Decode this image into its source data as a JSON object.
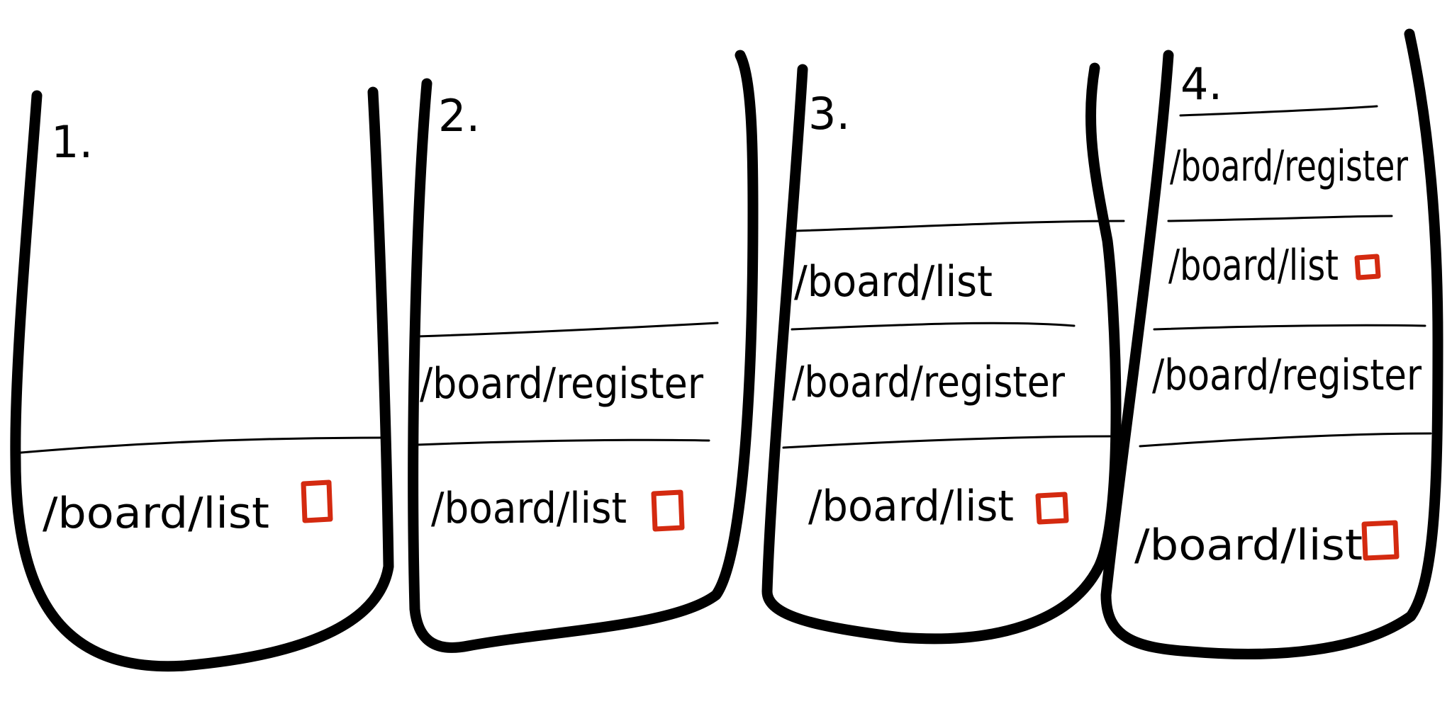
{
  "stacks": [
    {
      "number": "1.",
      "frames": [
        {
          "label": "/board/list",
          "marked": true
        }
      ]
    },
    {
      "number": "2.",
      "frames": [
        {
          "label": "/board/register",
          "marked": false
        },
        {
          "label": "/board/list",
          "marked": true
        }
      ]
    },
    {
      "number": "3.",
      "frames": [
        {
          "label": "/board/list",
          "marked": false
        },
        {
          "label": "/board/register",
          "marked": false
        },
        {
          "label": "/board/list",
          "marked": true
        }
      ]
    },
    {
      "number": "4.",
      "frames": [
        {
          "label": "/board/register",
          "marked": false
        },
        {
          "label": "/board/list",
          "marked": true
        },
        {
          "label": "/board/register",
          "marked": false
        },
        {
          "label": "/board/list",
          "marked": true
        }
      ]
    }
  ],
  "colors": {
    "outline": "#000000",
    "marker": "#d42a10"
  }
}
